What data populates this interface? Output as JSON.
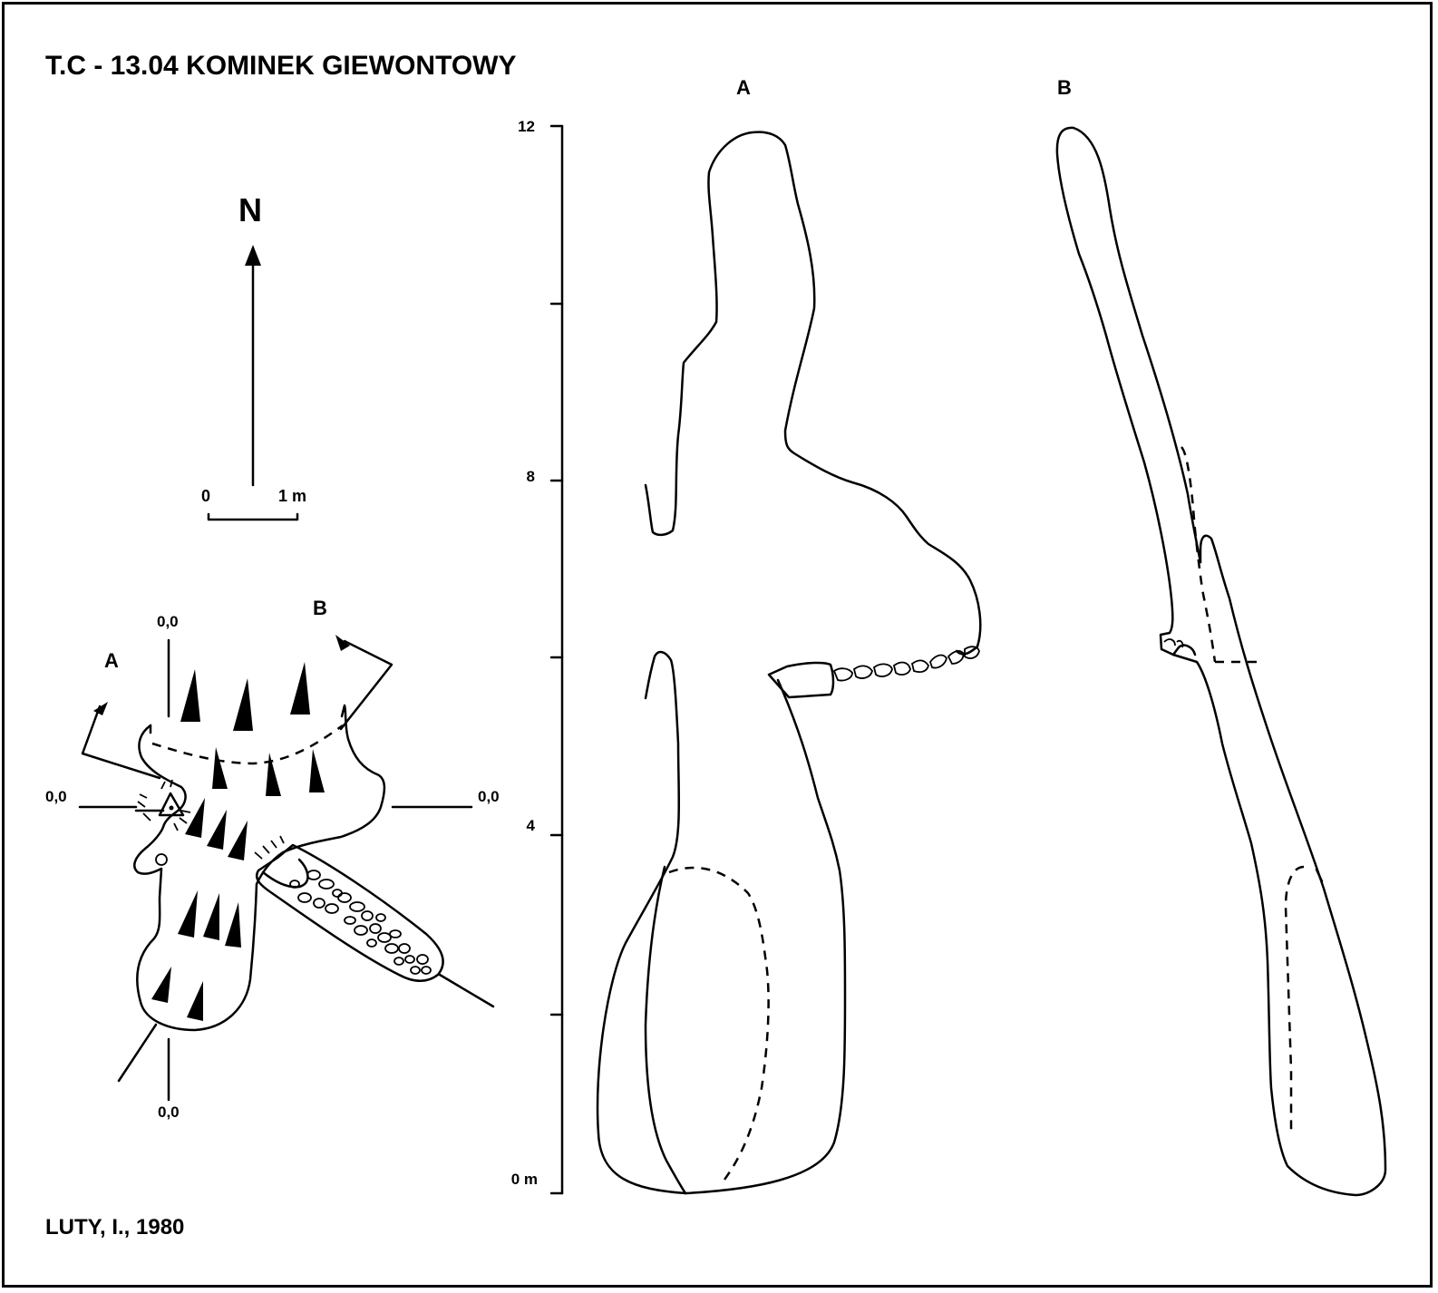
{
  "header": {
    "title": "T.C - 13.04  KOMINEK GIEWONTOWY"
  },
  "credit": {
    "author_date": "LUTY, I., 1980"
  },
  "plan": {
    "north_label": "N",
    "scale_start": "0",
    "scale_end": "1 m",
    "profile_a_label": "A",
    "profile_b_label": "B",
    "datum_north": "0,0",
    "datum_west": "0,0",
    "datum_east": "0,0",
    "datum_south": "0,0"
  },
  "sections": {
    "section_a_label": "A",
    "section_b_label": "B",
    "height_ticks": [
      "12",
      "8",
      "4",
      "0 m"
    ]
  }
}
